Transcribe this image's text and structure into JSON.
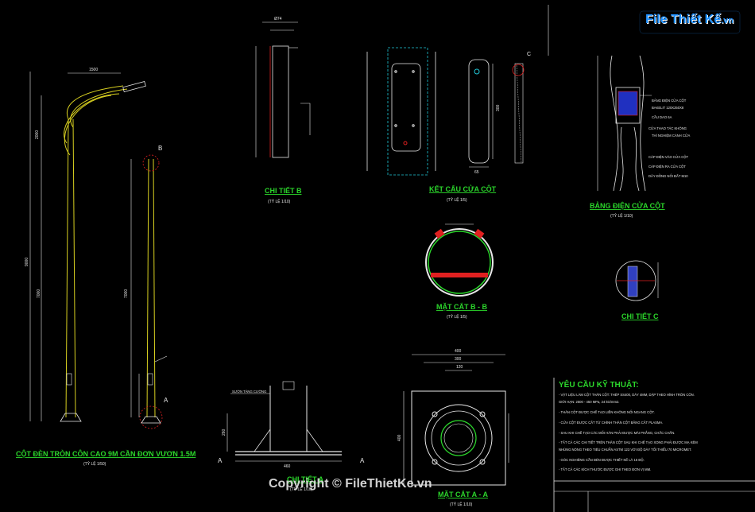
{
  "logo": {
    "text": "File Thiết Kế",
    "suffix": ".vn"
  },
  "watermark": "Copyright © FileThietKe.vn",
  "drawings": {
    "pole": {
      "title": "CỘT ĐÈN TRÒN CÔN CAO 9M CẦN ĐƠN VƯƠN 1.5M",
      "scale": "(TỶ LỆ 1/50)",
      "dims": {
        "arm": "1500",
        "top": "2000",
        "total": "9000",
        "mid": "7000",
        "left_mid": "7000"
      }
    },
    "detail_b": {
      "title": "CHI TIẾT B",
      "scale": "(TỶ LỆ 1/10)",
      "dim": "Ø74"
    },
    "door": {
      "title": "KẾT CẤU CỬA CỘT",
      "scale": "(TỶ LỆ 1/5)",
      "dims": {
        "w": "65",
        "h": "300"
      }
    },
    "panel": {
      "title": "BẢNG ĐIỆN CỬA CỘT",
      "scale": "(TỶ LỆ 1/10)",
      "labels": [
        "BẢNG ĐIỆN CỬA CỘT",
        "BAKELIT 120X250X8",
        "CẦU DAO 6A",
        "CỬA THAO TÁC KHÔNG",
        "THÍ NGHIỆM CÁNH CỬA",
        "CÁP ĐIỆN VÀO CỬA CỘT",
        "CÁP ĐIỆN RA CỬA CỘT",
        "DÂY ĐỒNG NỐI ĐẤT M10"
      ]
    },
    "section_b": {
      "title": "MẶT CẮT B - B",
      "scale": "(TỶ LỆ 1/5)"
    },
    "detail_c": {
      "title": "CHI TIẾT C",
      "label": "C"
    },
    "detail_a": {
      "title": "CHI TIẾT A",
      "scale": "(TỶ LỆ 1/10)",
      "labels": {
        "rib": "SƯỜN TĂNG CƯỜNG",
        "w": "460",
        "h": "260",
        "a": "A"
      }
    },
    "section_a": {
      "title": "MẶT CẮT A - A",
      "scale": "(TỶ LỆ 1/10)",
      "dims": {
        "outer": "400",
        "inner": "300",
        "bolt": "120",
        "side": "400"
      }
    },
    "label_a": "A",
    "label_b": "B"
  },
  "specs": {
    "title": "YÊU CẦU KỸ THUẬT:",
    "lines": [
      "- VẬT LIỆU LÀM CỘT THÂN CỘT: THÉP SS400, DÀY 4MM, DẬP THEO HÌNH TRÒN CÔN.",
      "  GIỚI HẠN: 2500 - 450 MPa, 24 kG/mm2.",
      "- THÂN CỘT ĐƯỢC CHẾ TẠO LIỀN KHÔNG NỐI NGANG CỘT.",
      "- CỬA CỘT ĐƯỢC CẮT TỪ CHÍNH THÂN CỘT BẰNG CẮT PLASMA.",
      "- SAU KHI CHẾ TẠO CÁC MỐI HÀN PHẢI ĐƯỢC MÀI PHẲNG, CHẮC CHẮN.",
      "- TẤT CẢ CÁC CHI TIẾT TRÊN THÂN CỘT SAU KHI CHẾ TẠO XONG PHẢI ĐƯỢC MẠ KẼM",
      "  NHÚNG NÓNG THEO TIÊU CHUẨN ASTM 123 VỚI ĐỘ DÀY TỐI THIỂU 70 MICROMET.",
      "- GÓC NGHIÊNG CẦN ĐÈN ĐƯỢC THIẾT KẾ LÀ 15 ĐỘ.",
      "- TẤT CẢ CÁC KÍCH THƯỚC ĐƯỢC GHI THEO ĐƠN VỊ MM."
    ]
  }
}
